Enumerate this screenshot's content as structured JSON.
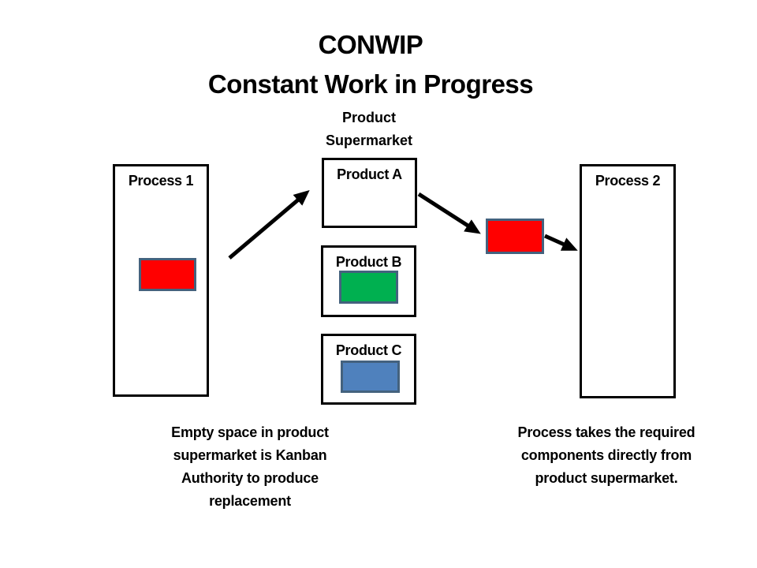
{
  "title": {
    "line1": "CONWIP",
    "line2": "Constant Work in Progress"
  },
  "supermarket_label": {
    "line1": "Product",
    "line2": "Supermarket"
  },
  "processes": [
    {
      "label": "Process 1"
    },
    {
      "label": "Process 2"
    }
  ],
  "products": [
    {
      "label": "Product A",
      "token": null
    },
    {
      "label": "Product B",
      "token": "#00B050"
    },
    {
      "label": "Product C",
      "token": "#4F81BD"
    }
  ],
  "tokens": {
    "process1_color": "#FF0000",
    "transfer_color": "#FF0000",
    "border_color": "#44627E"
  },
  "notes": {
    "left": {
      "lines": [
        "Empty space in product",
        "supermarket is Kanban",
        "Authority to produce",
        "replacement"
      ]
    },
    "right": {
      "lines": [
        "Process takes the required",
        "components directly from",
        "product supermarket."
      ]
    }
  },
  "colors": {
    "background": "#FFFFFF",
    "box_border": "#000000",
    "arrow": "#000000"
  }
}
